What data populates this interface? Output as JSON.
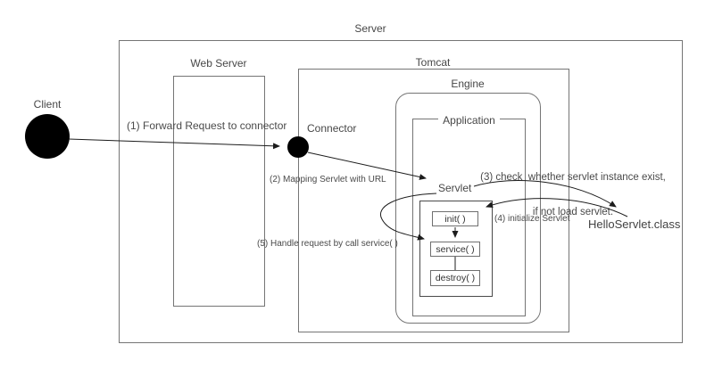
{
  "diagram": {
    "containers": {
      "server": {
        "label": "Server"
      },
      "web_server": {
        "label": "Web Server"
      },
      "tomcat": {
        "label": "Tomcat"
      },
      "engine": {
        "label": "Engine"
      },
      "application": {
        "label": "Application"
      },
      "servlet": {
        "label": "Servlet"
      }
    },
    "nodes": {
      "client": {
        "label": "Client"
      },
      "connector": {
        "label": "Connector"
      },
      "hello_servlet": {
        "label": "HelloServlet.class"
      }
    },
    "lifecycle": {
      "init": "init( )",
      "service": "service( )",
      "destroy": "destroy( )"
    },
    "steps": {
      "step1": "(1) Forward Request to connector",
      "step2": "(2) Mapping Servlet with URL",
      "step3_line1": "(3) check  whether servlet instance exist,",
      "step3_line2": "if not load servlet.",
      "step4": "(4) initialize Servlet",
      "step5": "(5) Handle request by call service( )"
    },
    "colors": {
      "background": "#ffffff",
      "border": "#757575",
      "text": "#474747",
      "arrow": "#1c1c1c",
      "node_fill": "#000000"
    }
  }
}
